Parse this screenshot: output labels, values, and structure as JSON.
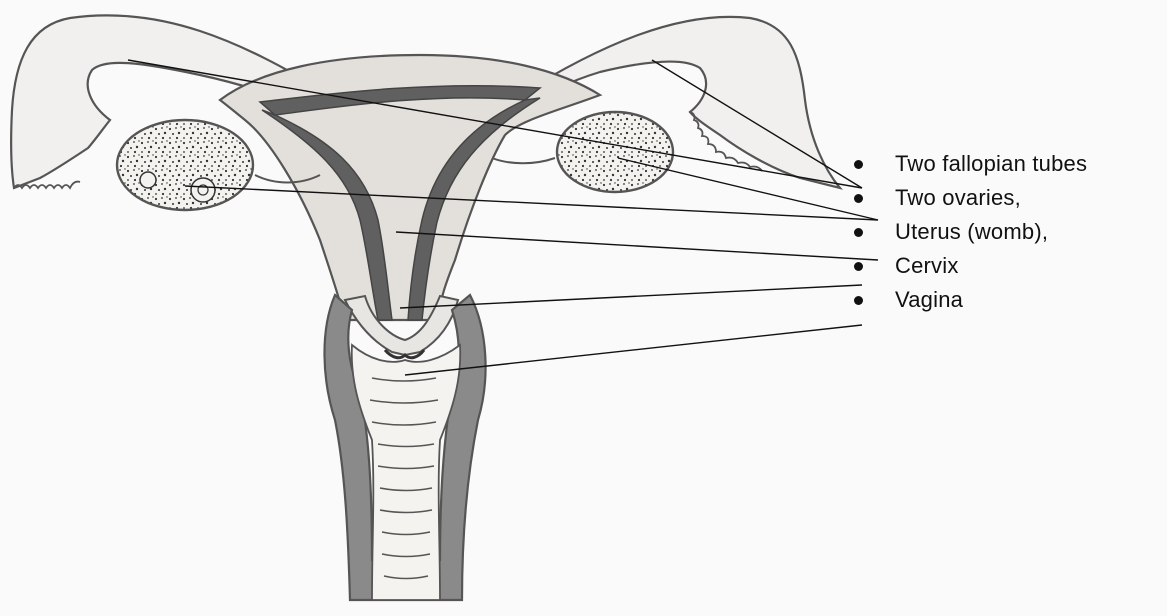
{
  "diagram": {
    "labels": [
      {
        "id": "fallopian-tubes",
        "text": "Two fallopian tubes"
      },
      {
        "id": "ovaries",
        "text": "Two ovaries,"
      },
      {
        "id": "uterus",
        "text": "Uterus (womb),"
      },
      {
        "id": "cervix",
        "text": "Cervix"
      },
      {
        "id": "vagina",
        "text": "Vagina"
      }
    ],
    "colors": {
      "outline": "#555555",
      "tissue": "#e3e0dc",
      "dark_tissue": "#606060",
      "leader_line": "#111111"
    }
  }
}
